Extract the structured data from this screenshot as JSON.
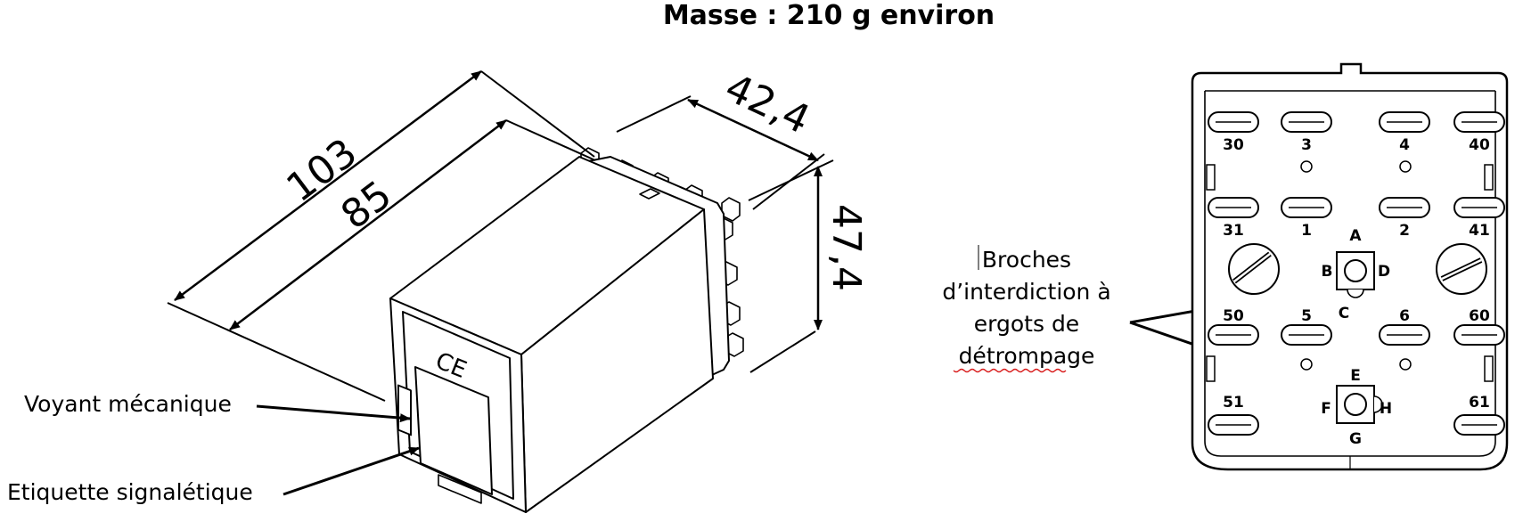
{
  "title": "Masse : 210 g environ",
  "dimensions": {
    "length_total": "103",
    "length_body": "85",
    "width": "42,4",
    "height": "47,4"
  },
  "callouts": {
    "voyant": "Voyant mécanique",
    "etiquette": "Etiquette signalétique",
    "broches_line1": "Broches",
    "broches_line2": "d’interdiction à",
    "broches_line3": "ergots de",
    "broches_line4": "détrompage"
  },
  "relay_front": {
    "ce_mark": "CE"
  },
  "socket": {
    "pins": {
      "p30": "30",
      "p3": "3",
      "p4": "4",
      "p40": "40",
      "p31": "31",
      "p1": "1",
      "p2": "2",
      "p41": "41",
      "p50": "50",
      "p5": "5",
      "p6": "6",
      "p60": "60",
      "p51": "51",
      "p61": "61"
    },
    "keys": {
      "A": "A",
      "B": "B",
      "C": "C",
      "D": "D",
      "E": "E",
      "F": "F",
      "G": "G",
      "H": "H"
    }
  }
}
